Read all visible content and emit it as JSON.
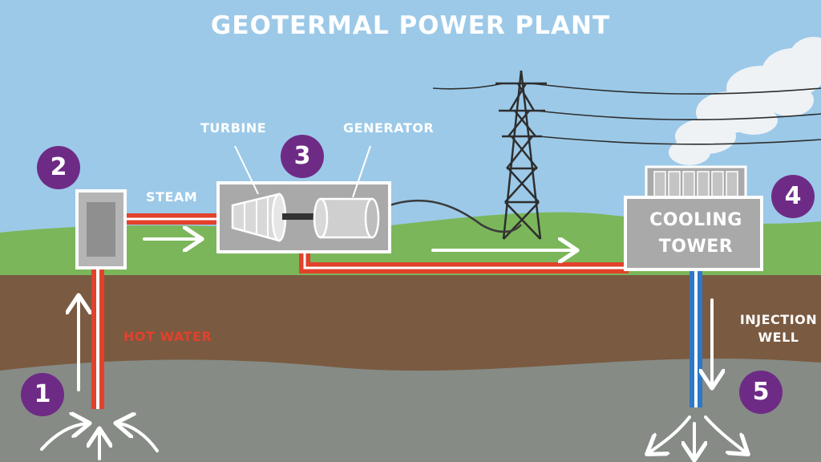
{
  "title": "GEOTERMAL POWER PLANT",
  "labels": {
    "turbine": "TURBINE",
    "generator": "GENERATOR",
    "steam": "STEAM",
    "hot_water": "HOT WATER",
    "cooling_tower_line1": "COOLING",
    "cooling_tower_line2": "TOWER",
    "injection_well_line1": "INJECTION",
    "injection_well_line2": "WELL"
  },
  "steps": [
    "1",
    "2",
    "3",
    "4",
    "5"
  ],
  "colors": {
    "sky": "#9cc9e8",
    "grass": "#7bb65a",
    "soil": "#7a5a40",
    "rock": "#868b86",
    "hot_pipe": "#e2412b",
    "cold_pipe": "#2e78c8",
    "equipment": "#a9a9a9",
    "badge": "#6e2b86",
    "text": "#ffffff"
  }
}
